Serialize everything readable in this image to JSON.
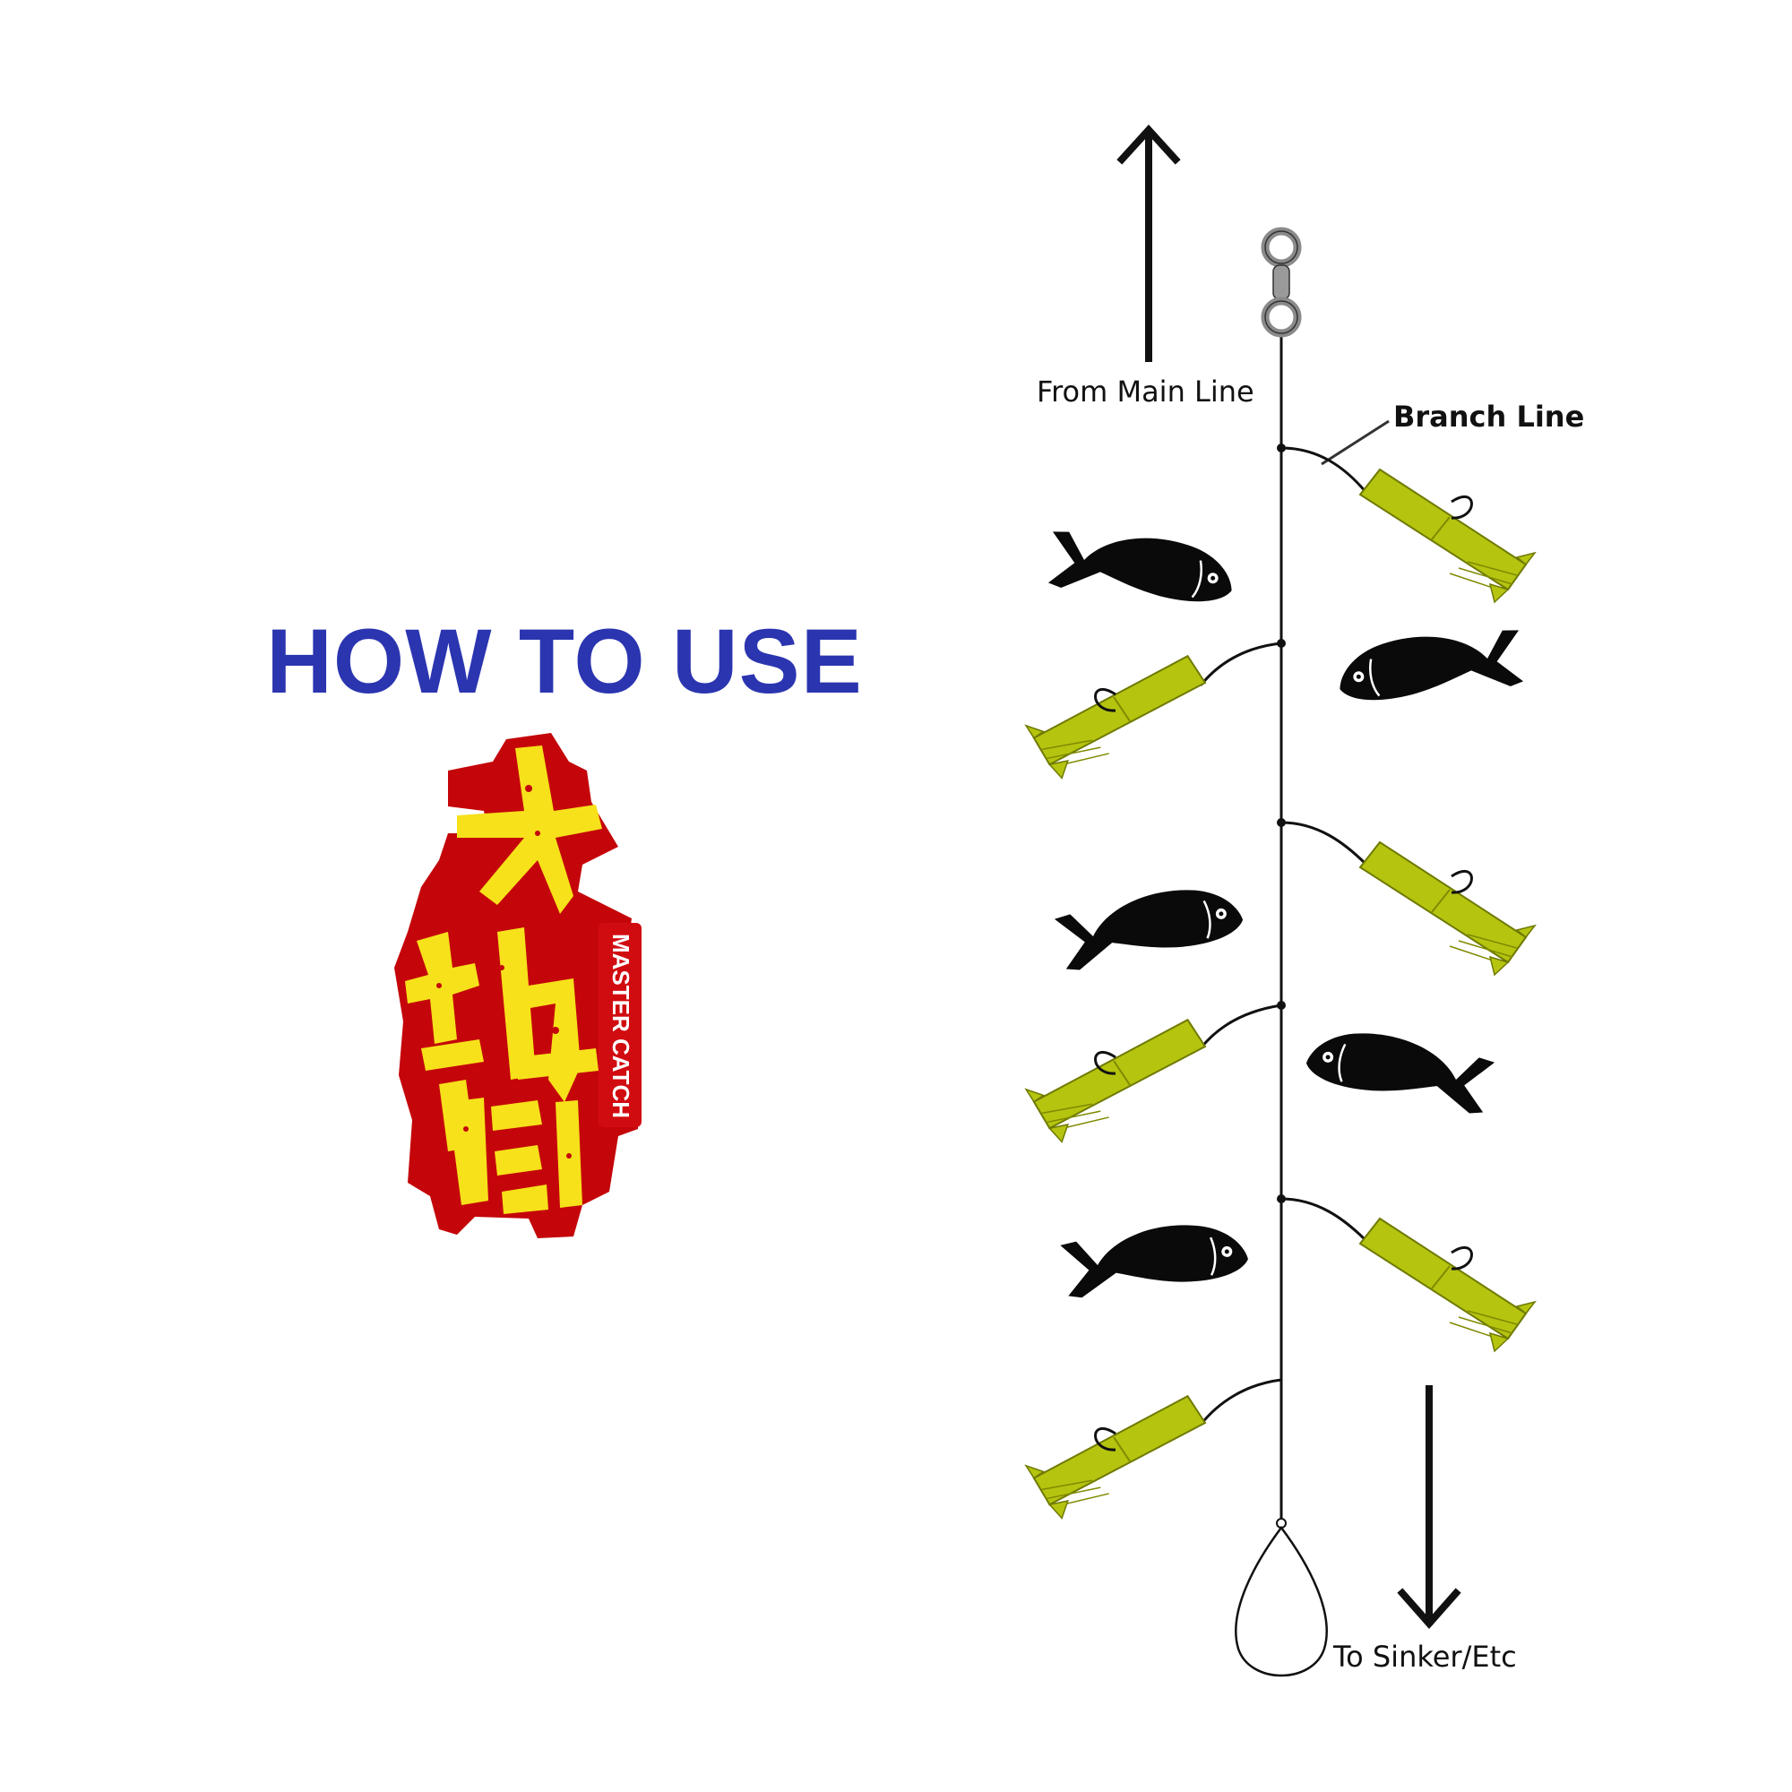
{
  "title": "HOW TO USE",
  "logo": {
    "brand_text": "MASTER CATCH",
    "characters": "大釣師",
    "colors": {
      "outline": "#c4060a",
      "fill": "#f7e11a",
      "badge": "#d10c10",
      "badge_text": "#ffffff"
    }
  },
  "labels": {
    "from_main_line": "From Main Line",
    "branch_line": "Branch Line",
    "to_sinker": "To Sinker/Etc"
  },
  "colors": {
    "title": "#2b35b0",
    "lure": "#b5c40f",
    "line": "#111111",
    "fish": "#0a0a0a",
    "swivel": "#8a8a8a"
  },
  "icons": {
    "up_arrow": "arrow-up-icon",
    "down_arrow": "arrow-down-icon",
    "swivel": "swivel-icon",
    "fish": "fish-icon",
    "lure": "lure-icon",
    "hook": "hook-icon",
    "loop": "loop-icon"
  }
}
